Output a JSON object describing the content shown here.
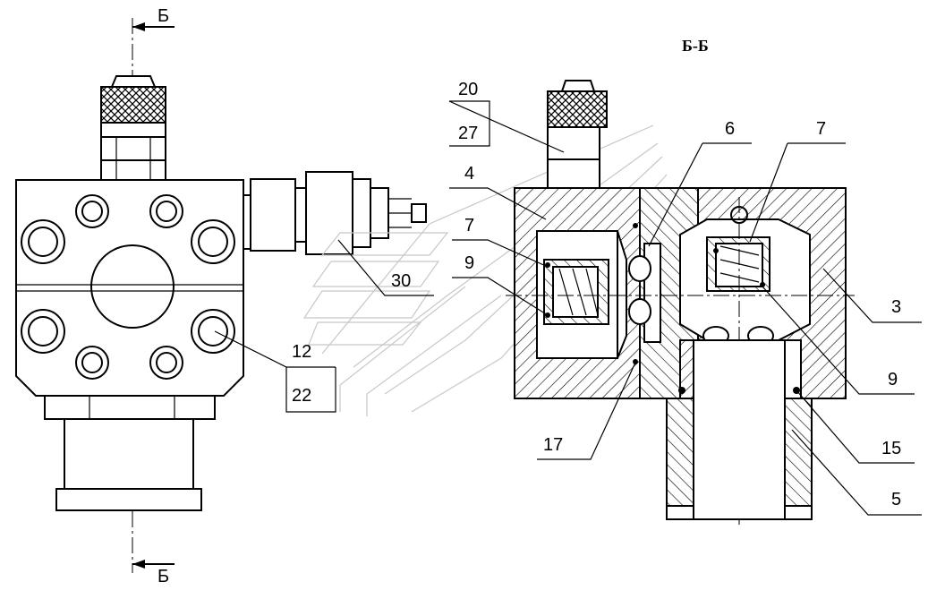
{
  "section_title": "Б-Б",
  "section_marks": {
    "top": "Б",
    "bottom": "Б"
  },
  "callouts": [
    {
      "id": "c20",
      "text": "20"
    },
    {
      "id": "c27",
      "text": "27"
    },
    {
      "id": "c4",
      "text": "4"
    },
    {
      "id": "c6",
      "text": "6"
    },
    {
      "id": "c7a",
      "text": "7"
    },
    {
      "id": "c7b",
      "text": "7"
    },
    {
      "id": "c9a",
      "text": "9"
    },
    {
      "id": "c9b",
      "text": "9"
    },
    {
      "id": "c30",
      "text": "30"
    },
    {
      "id": "c12",
      "text": "12"
    },
    {
      "id": "c22",
      "text": "22"
    },
    {
      "id": "c17",
      "text": "17"
    },
    {
      "id": "c3",
      "text": "3"
    },
    {
      "id": "c15",
      "text": "15"
    },
    {
      "id": "c5",
      "text": "5"
    }
  ]
}
